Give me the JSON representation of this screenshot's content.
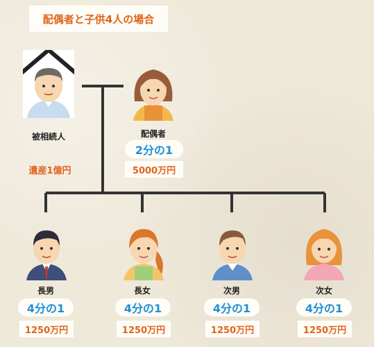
{
  "title": "配偶者と子供4人の場合",
  "deceased": {
    "label": "被相続人",
    "estate": "遺産1億円"
  },
  "spouse": {
    "label": "配偶者",
    "share": "2分の1",
    "amount": "5000万円"
  },
  "children": [
    {
      "label": "長男",
      "share": "4分の1",
      "amount": "1250万円"
    },
    {
      "label": "長女",
      "share": "4分の1",
      "amount": "1250万円"
    },
    {
      "label": "次男",
      "share": "4分の1",
      "amount": "1250万円"
    },
    {
      "label": "次女",
      "share": "4分の1",
      "amount": "1250万円"
    }
  ],
  "colors": {
    "orange": "#e0641a",
    "blue": "#1f8fd6",
    "line": "#333333"
  }
}
